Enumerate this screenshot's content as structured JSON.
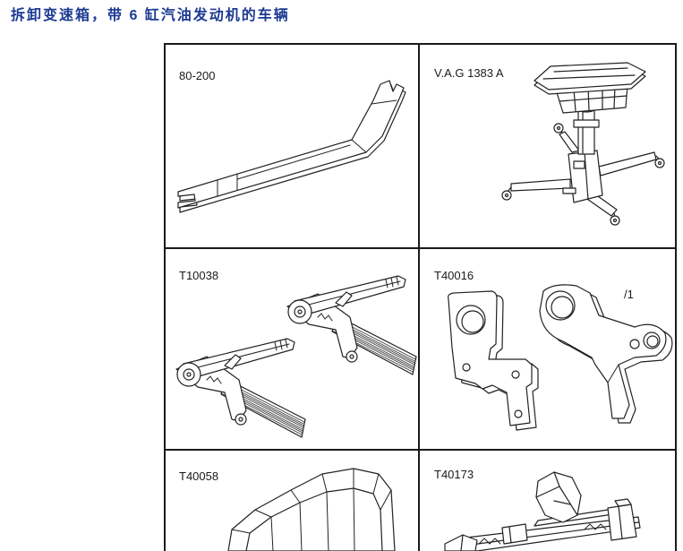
{
  "document": {
    "title": "拆卸变速箱，带 6 缸汽油发动机的车辆"
  },
  "tools": [
    {
      "label": "80-200"
    },
    {
      "label": "V.A.G 1383 A"
    },
    {
      "label": "T10038"
    },
    {
      "label": "T40016",
      "callout": "/1"
    },
    {
      "label": "T40058"
    },
    {
      "label": "T40173"
    }
  ],
  "colors": {
    "title": "#1d3a93",
    "grid": "#1a1a1a",
    "line_art": "#222222"
  }
}
